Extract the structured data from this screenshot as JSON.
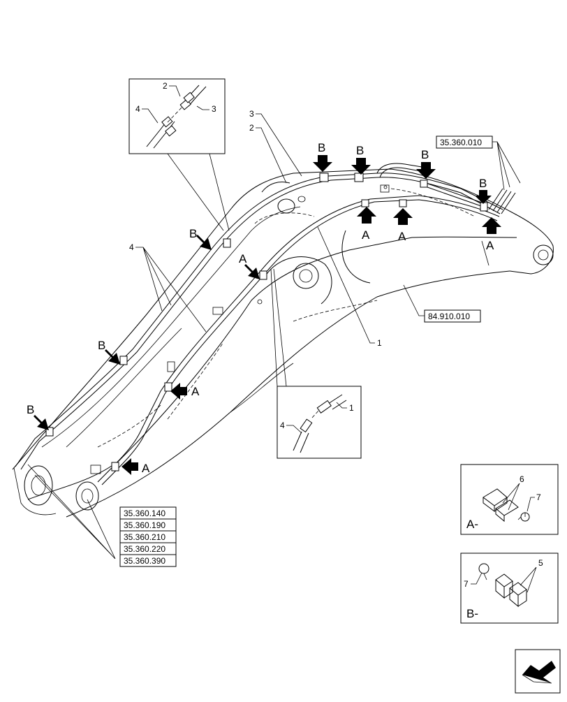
{
  "references": {
    "upper_hose_group": "35.360.010",
    "boom_structure": "84.910.010",
    "list": [
      "35.360.140",
      "35.360.190",
      "35.360.210",
      "35.360.220",
      "35.360.390"
    ]
  },
  "item_numbers": {
    "n1": "1",
    "n2": "2",
    "n3": "3",
    "n4": "4",
    "n5": "5",
    "n6": "6",
    "n7": "7"
  },
  "clamp_markers": {
    "a": "A",
    "b": "B"
  },
  "detail_titles": {
    "a": "A-",
    "b": "B-"
  },
  "colors": {
    "line": "#000000",
    "fill": "#ffffff",
    "arrow": "#000000"
  },
  "icons": {
    "nav": "next-page-arrow-icon",
    "callout": "direction-arrow-icon"
  }
}
